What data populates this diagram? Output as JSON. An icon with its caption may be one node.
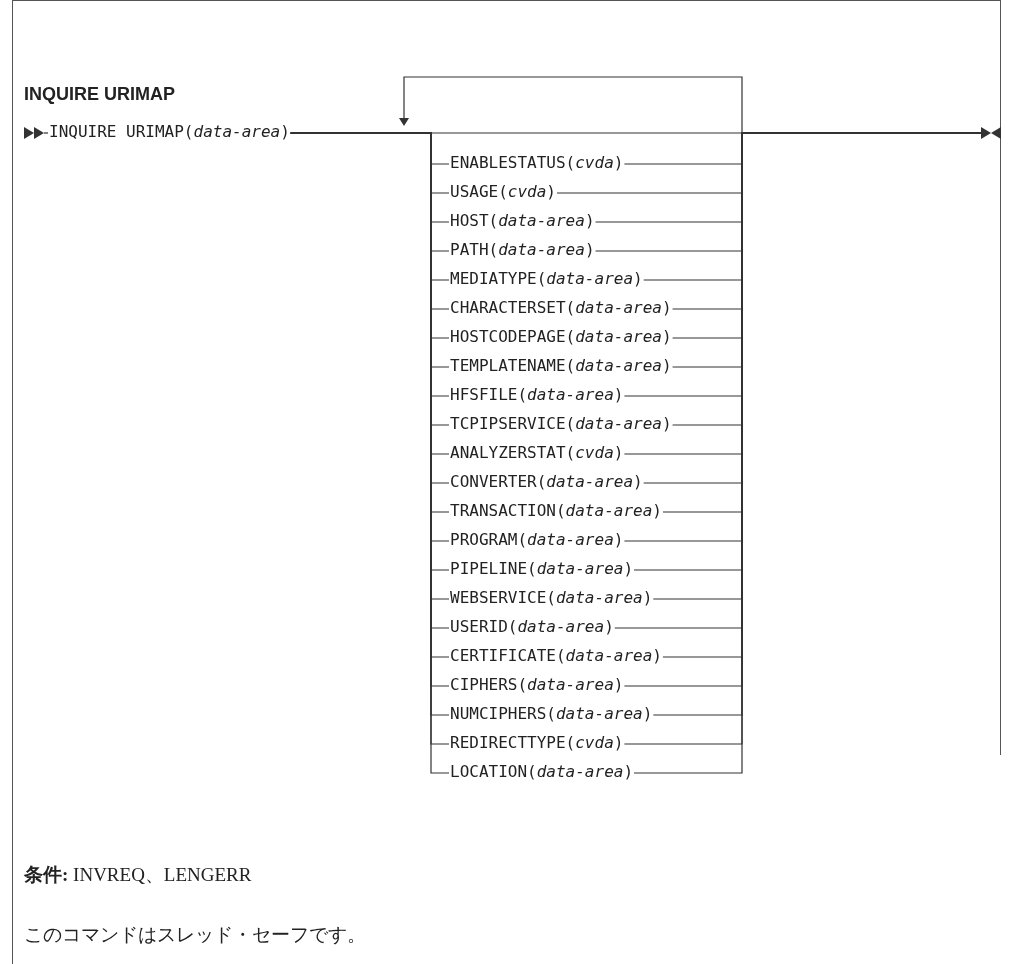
{
  "diagram": {
    "title": "INQUIRE URIMAP",
    "nodes": [
      {
        "text": [
          "INQUIRE URIMAP(*data-area*)"
        ]
      },
      {
        "text": [
          "ENABLESTATUS(*cvda*)"
        ]
      },
      {
        "text": [
          "USAGE(*cvda*)"
        ]
      },
      {
        "text": [
          "HOST(*data-area*)"
        ]
      },
      {
        "text": [
          "PATH(*data-area*)"
        ]
      },
      {
        "text": [
          "MEDIATYPE(*data-area*)"
        ]
      },
      {
        "text": [
          "CHARACTERSET(*data-area*)"
        ]
      },
      {
        "text": [
          "HOSTCODEPAGE(*data-area*)"
        ]
      },
      {
        "text": [
          "TEMPLATENAME(*data-area*)"
        ]
      },
      {
        "text": [
          "HFSFILE(*data-area*)"
        ]
      },
      {
        "text": [
          "TCPIPSERVICE(*data-area*)"
        ]
      },
      {
        "text": [
          "ANALYZERSTAT(*cvda*)"
        ]
      },
      {
        "text": [
          "CONVERTER(*data-area*)"
        ]
      },
      {
        "text": [
          "TRANSACTION(*data-area*)"
        ]
      },
      {
        "text": [
          "PROGRAM(*data-area*)"
        ]
      },
      {
        "text": [
          "PIPELINE(*data-area*)"
        ]
      },
      {
        "text": [
          "WEBSERVICE(*data-area*)"
        ]
      },
      {
        "text": [
          "USERID(*data-area*)"
        ]
      },
      {
        "text": [
          "CERTIFICATE(*data-area*)"
        ]
      },
      {
        "text": [
          "CIPHERS(*data-area*)"
        ]
      },
      {
        "text": [
          "NUMCIPHERS(*data-area*)"
        ]
      },
      {
        "text": [
          "REDIRECTTYPE(*cvda*)"
        ]
      },
      {
        "text": [
          "LOCATION(*data-area*)"
        ]
      },
      {
        "text": [],
        "shape": "triangle"
      }
    ],
    "edges": [
      {
        "from": 0,
        "to": 1,
        "arrow": "none"
      },
      {
        "from": 0,
        "to": 2,
        "arrow": "none"
      },
      {
        "from": 0,
        "to": 3,
        "arrow": "none"
      },
      {
        "from": 0,
        "to": 4,
        "arrow": "none"
      },
      {
        "from": 0,
        "to": 5,
        "arrow": "none"
      },
      {
        "from": 0,
        "to": 6,
        "arrow": "none"
      },
      {
        "from": 0,
        "to": 7,
        "arrow": "none"
      },
      {
        "from": 0,
        "to": 8,
        "arrow": "none"
      },
      {
        "from": 0,
        "to": 9,
        "arrow": "none"
      },
      {
        "from": 0,
        "to": 10,
        "arrow": "none"
      },
      {
        "from": 0,
        "to": 11,
        "arrow": "none"
      },
      {
        "from": 0,
        "to": 12,
        "arrow": "none"
      },
      {
        "from": 0,
        "to": 13,
        "arrow": "none"
      },
      {
        "from": 0,
        "to": 14,
        "arrow": "none"
      },
      {
        "from": 0,
        "to": 15,
        "arrow": "none"
      },
      {
        "from": 0,
        "to": 16,
        "arrow": "none"
      },
      {
        "from": 0,
        "to": 17,
        "arrow": "none"
      },
      {
        "from": 0,
        "to": 18,
        "arrow": "none"
      },
      {
        "from": 0,
        "to": 19,
        "arrow": "none"
      },
      {
        "from": 0,
        "to": 20,
        "arrow": "none"
      },
      {
        "from": 0,
        "to": 21,
        "arrow": "none"
      },
      {
        "from": 0,
        "to": 22,
        "arrow": "none"
      },
      {
        "from": 0,
        "to": 23,
        "arrow": "none"
      },
      {
        "from": 1,
        "to": 23,
        "arrow": "none"
      },
      {
        "from": 2,
        "to": 23,
        "arrow": "none"
      },
      {
        "from": 3,
        "to": 23,
        "arrow": "none"
      },
      {
        "from": 4,
        "to": 23,
        "arrow": "none"
      },
      {
        "from": 5,
        "to": 23,
        "arrow": "none"
      },
      {
        "from": 6,
        "to": 23,
        "arrow": "none"
      },
      {
        "from": 7,
        "to": 23,
        "arrow": "none"
      },
      {
        "from": 8,
        "to": 23,
        "arrow": "none"
      },
      {
        "from": 9,
        "to": 23,
        "arrow": "none"
      },
      {
        "from": 10,
        "to": 23,
        "arrow": "none"
      },
      {
        "from": 11,
        "to": 23,
        "arrow": "none"
      },
      {
        "from": 12,
        "to": 23,
        "arrow": "none"
      },
      {
        "from": 13,
        "to": 23,
        "arrow": "none"
      },
      {
        "from": 14,
        "to": 23,
        "arrow": "none"
      },
      {
        "from": 15,
        "to": 23,
        "arrow": "none"
      },
      {
        "from": 16,
        "to": 23,
        "arrow": "none"
      },
      {
        "from": 17,
        "to": 23,
        "arrow": "none"
      },
      {
        "from": 18,
        "to": 23,
        "arrow": "none"
      },
      {
        "from": 19,
        "to": 23,
        "arrow": "none"
      },
      {
        "from": 20,
        "to": 23,
        "arrow": "none"
      },
      {
        "from": 21,
        "to": 23,
        "arrow": "none"
      },
      {
        "from": 22,
        "to": 23,
        "arrow": "none"
      }
    ],
    "labels": [
      "**条件:** INVREQ、LENGERR",
      "このコマンドはスレッド・セーフです。"
    ]
  }
}
